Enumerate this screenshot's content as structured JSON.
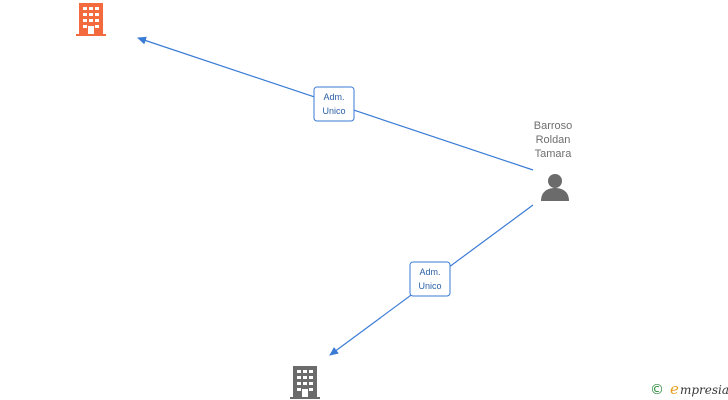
{
  "nodes": {
    "company_top": {
      "icon": "building-icon",
      "color": "#f26a3d"
    },
    "company_bottom": {
      "icon": "building-icon",
      "color": "#6b6b6b"
    },
    "person": {
      "icon": "person-icon",
      "color": "#6b6b6b",
      "name_lines": [
        "Barroso",
        "Roldan",
        "Tamara"
      ]
    }
  },
  "edges": [
    {
      "from": "person",
      "to": "company_top",
      "label_lines": [
        "Adm.",
        "Unico"
      ]
    },
    {
      "from": "person",
      "to": "company_bottom",
      "label_lines": [
        "Adm.",
        "Unico"
      ]
    }
  ],
  "colors": {
    "edge": "#3a7bd5",
    "label_border": "#3a7bd5"
  },
  "branding": {
    "copyright_symbol": "©",
    "initial": "e",
    "name": "mpresia"
  }
}
